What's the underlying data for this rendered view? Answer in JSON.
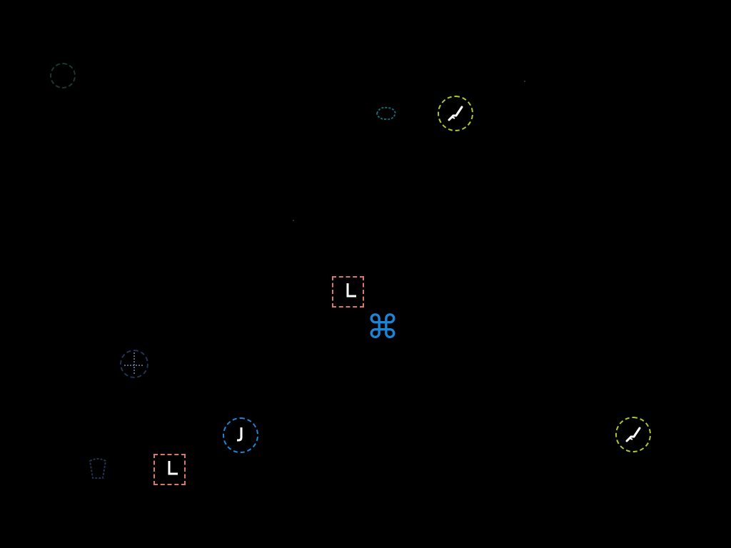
{
  "colors": {
    "background": "#000000",
    "lime": "#a8c832",
    "blue": "#1a86d9",
    "salmon": "#d8786a",
    "teal": "#0e6e72",
    "dim_green": "#1d3a2a",
    "navy": "#1f3552",
    "white": "#ffffff"
  },
  "sprites": [
    {
      "name": "dim-ring-sprite",
      "icon": "faint-ring-icon"
    },
    {
      "name": "teal-blob-sprite",
      "icon": "blob-icon"
    },
    {
      "name": "lime-ring-sprite-top",
      "icon": "diagonal-slash-icon"
    },
    {
      "name": "salmon-square-sprite-center",
      "icon": "corner-mark-icon"
    },
    {
      "name": "command-sprite",
      "icon": "command-key-icon",
      "glyph": "⌘"
    },
    {
      "name": "crosshair-sprite",
      "icon": "crosshair-icon"
    },
    {
      "name": "blue-ring-sprite",
      "icon": "hook-icon"
    },
    {
      "name": "navy-marker-sprite",
      "icon": "marker-icon"
    },
    {
      "name": "salmon-square-sprite-bottom",
      "icon": "corner-mark-icon"
    },
    {
      "name": "lime-ring-sprite-right",
      "icon": "diagonal-slash-icon"
    }
  ]
}
